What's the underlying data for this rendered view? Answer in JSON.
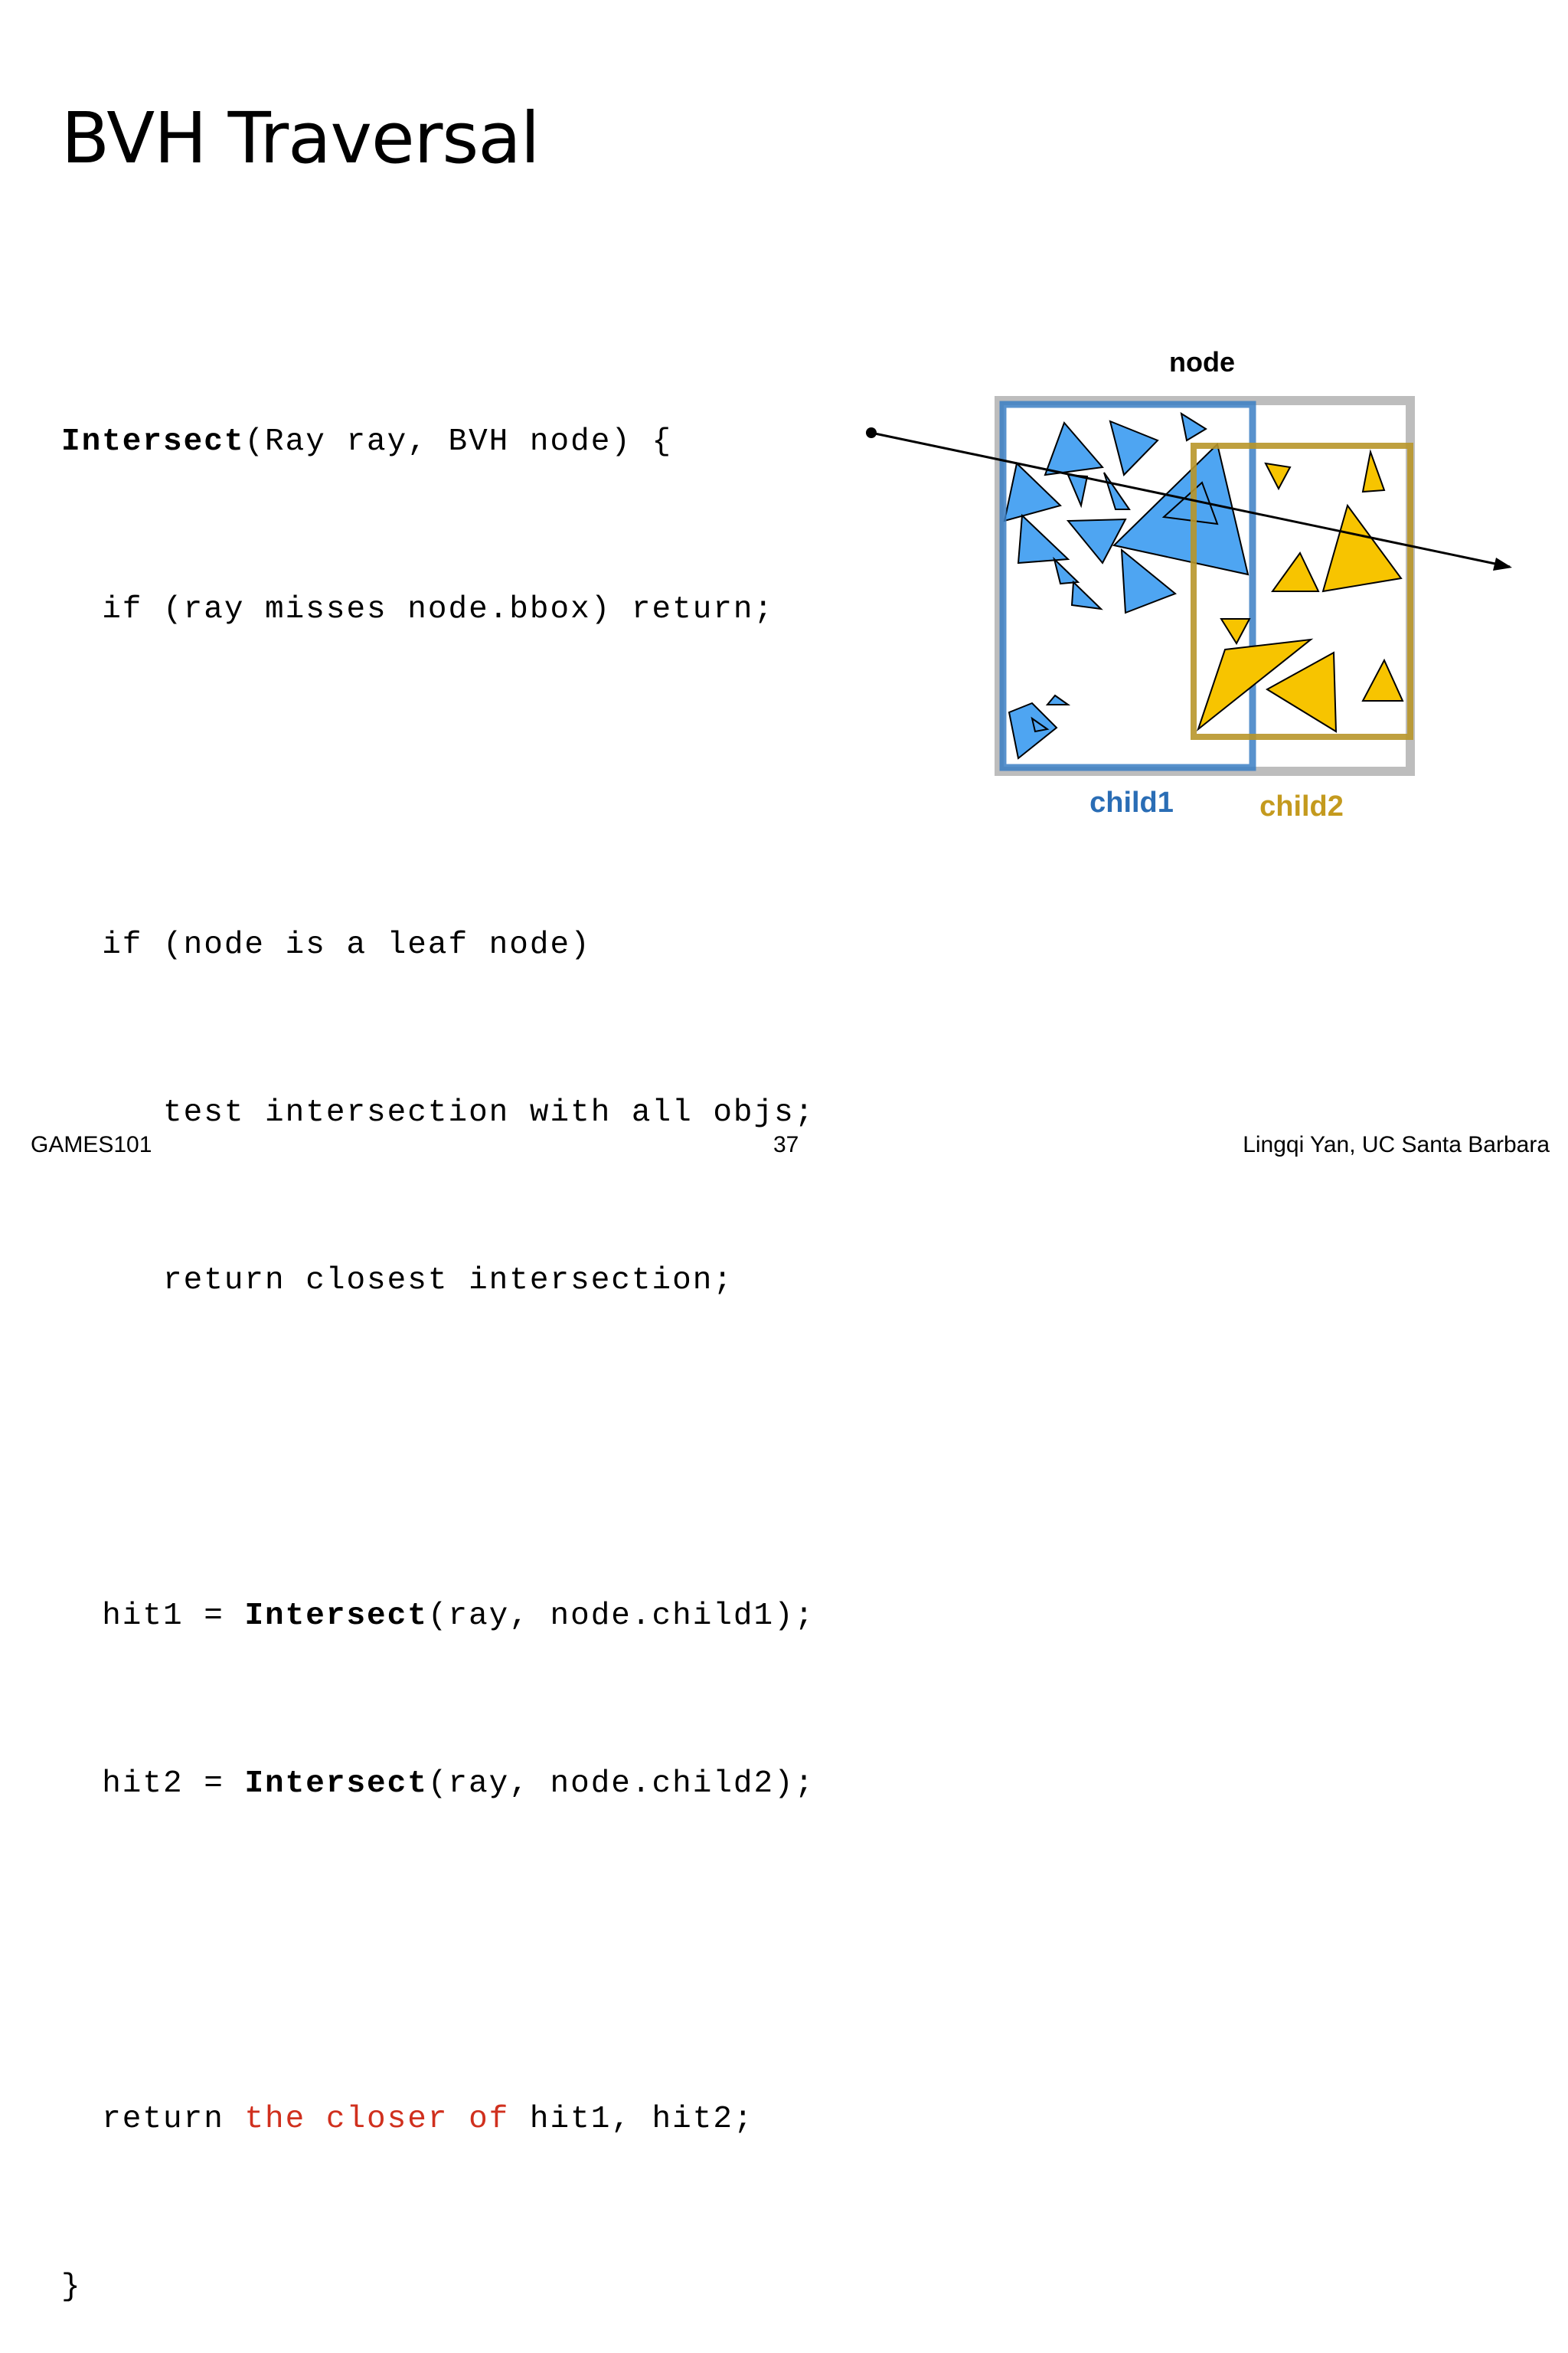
{
  "slide": {
    "title": "BVH Traversal",
    "page_number": "37"
  },
  "code": {
    "l1_fn": "Intersect",
    "l1_rest": "(Ray ray, BVH node) {",
    "l2": "  if (ray misses node.bbox) return;",
    "l3": "",
    "l4": "  if (node is a leaf node)",
    "l5": "     test intersection with all objs;",
    "l6": "     return closest intersection;",
    "l7": "",
    "l8_pre": "  hit1 = ",
    "l8_fn": "Intersect",
    "l8_post": "(ray, node.child1);",
    "l9_pre": "  hit2 = ",
    "l9_fn": "Intersect",
    "l9_post": "(ray, node.child2);",
    "l10": "",
    "l11_pre": "  return ",
    "l11_red": "the closer of",
    "l11_post": " hit1, hit2;",
    "l12": "}"
  },
  "diagram": {
    "node_label": "node",
    "child1_label": "child1",
    "child2_label": "child2",
    "colors": {
      "node_box": "#bdbdbd",
      "child1_box": "#3b7fc4",
      "child2_box": "#b8962a",
      "child1_fill": "#4ea5f2",
      "child2_fill": "#f7c400",
      "child1_text": "#2a6db5",
      "child2_text": "#c49a1e",
      "emphasis_red": "#d0301e"
    }
  },
  "footer": {
    "left": "GAMES101",
    "right": "Lingqi Yan, UC Santa Barbara"
  }
}
